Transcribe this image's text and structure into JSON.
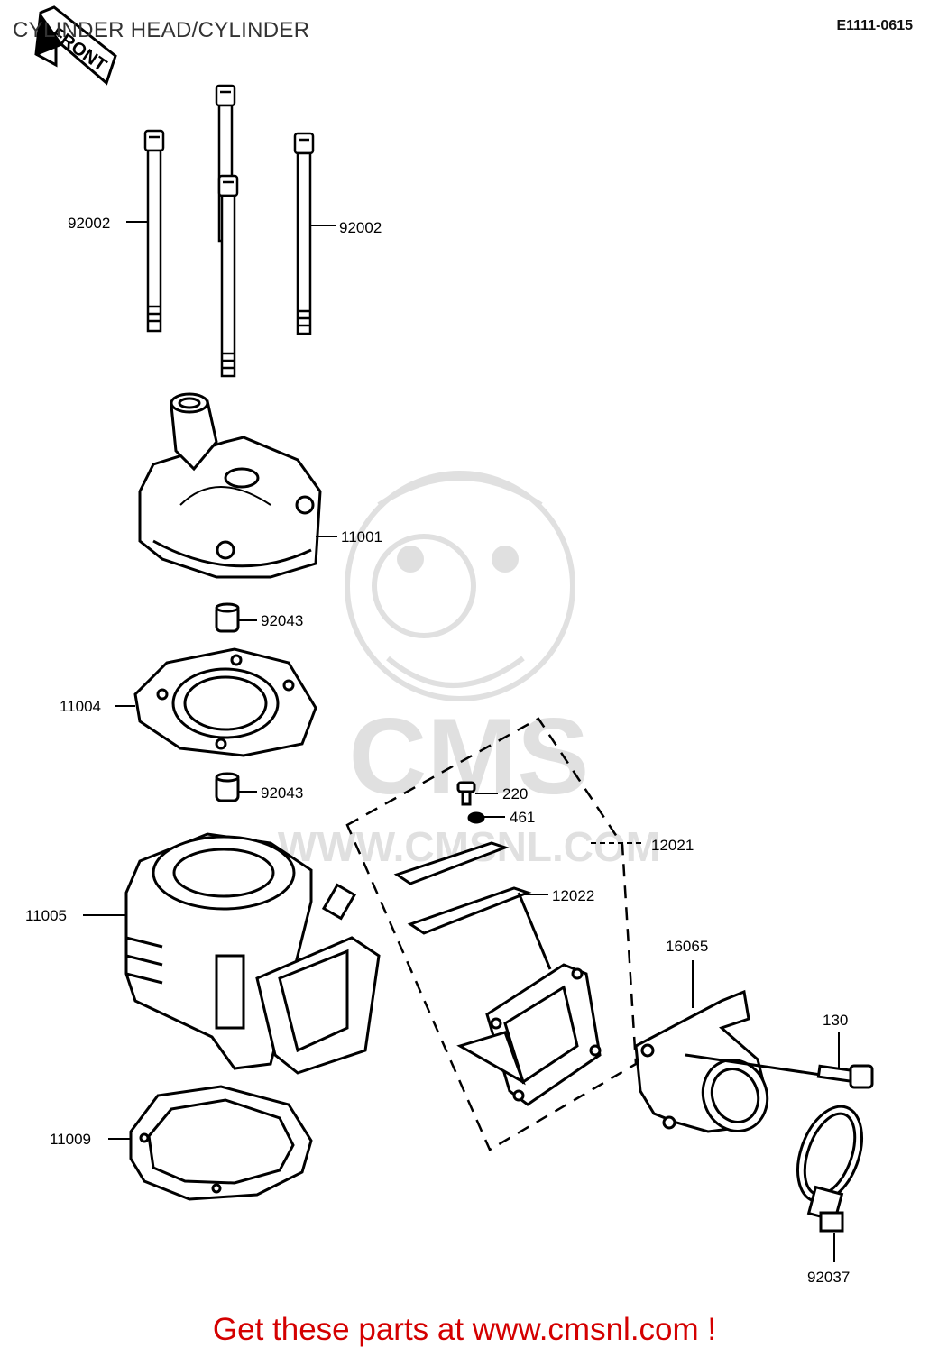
{
  "header": {
    "title": "CYLINDER HEAD/CYLINDER",
    "diagram_code": "E1111-0615",
    "front_label": "FRONT"
  },
  "watermark": {
    "text": "CMS",
    "url": "WWW.CMSNL.COM"
  },
  "parts": [
    {
      "id": "bolts-left",
      "label": "92002"
    },
    {
      "id": "bolts-right",
      "label": "92002"
    },
    {
      "id": "cylinder-head",
      "label": "11001"
    },
    {
      "id": "dowel-upper",
      "label": "92043"
    },
    {
      "id": "head-gasket",
      "label": "11004"
    },
    {
      "id": "dowel-lower",
      "label": "92043"
    },
    {
      "id": "screw",
      "label": "220"
    },
    {
      "id": "washer",
      "label": "461"
    },
    {
      "id": "reed-valve-assy",
      "label": "12021"
    },
    {
      "id": "reed",
      "label": "12022"
    },
    {
      "id": "cylinder",
      "label": "11005"
    },
    {
      "id": "base-gasket",
      "label": "11009"
    },
    {
      "id": "intake-pipe",
      "label": "16065"
    },
    {
      "id": "bolt",
      "label": "130"
    },
    {
      "id": "clamp",
      "label": "92037"
    }
  ],
  "footer": {
    "promo": "Get these parts at www.cmsnl.com !"
  }
}
